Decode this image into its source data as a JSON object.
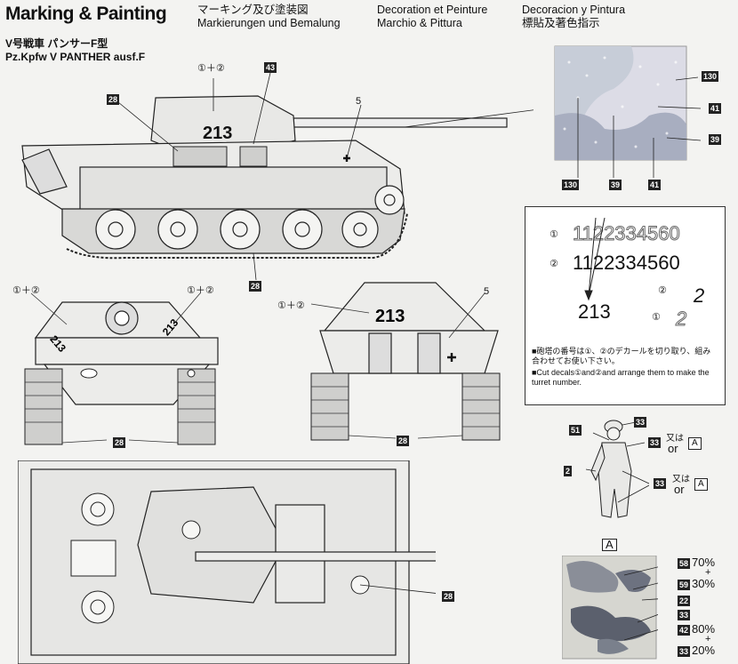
{
  "header": {
    "title": "Marking & Painting",
    "ja": "マーキング及び塗装図",
    "de": "Markierungen und Bemalung",
    "fr1": "Decoration et Peinture",
    "it": "Marchio & Pittura",
    "es": "Decoracion y Pintura",
    "zh": "標貼及著色指示",
    "model_ja": "V号戦車 パンサーF型",
    "model_en": "Pz.Kpfw V PANTHER ausf.F"
  },
  "callouts": {
    "c28": "28",
    "c43": "43",
    "c5": "5",
    "c12": "①＋②",
    "c28b": "28",
    "c28c": "28",
    "c28d": "28",
    "c130": "130",
    "c41": "41",
    "c39": "39",
    "c51": "51",
    "c33": "33",
    "c2": "2",
    "c58": "58",
    "c59": "59",
    "c22": "22",
    "c42": "42"
  },
  "turret_number": "213",
  "decal_sheet": {
    "row1_marker": "①",
    "row1_digits": "1122334560",
    "row2_marker": "②",
    "row2_digits": "1122334560",
    "result": "213",
    "small_1": "①",
    "small_2": "②",
    "small_glyph": "2",
    "note_ja": "■砲塔の番号は①、②のデカールを切り取り、組み合わせてお使い下さい。",
    "note_en": "■Cut decals①and②and arrange them to make the turret number."
  },
  "figure": {
    "or1_ja": "又は",
    "or1": "or",
    "a1": "A",
    "or2_ja": "又は",
    "or2": "or",
    "a2": "A"
  },
  "pattern_a": {
    "label": "A",
    "p58": "70%",
    "plus1": "+",
    "p59": "30%",
    "p42": "80%",
    "plus2": "+",
    "p33": "20%"
  }
}
